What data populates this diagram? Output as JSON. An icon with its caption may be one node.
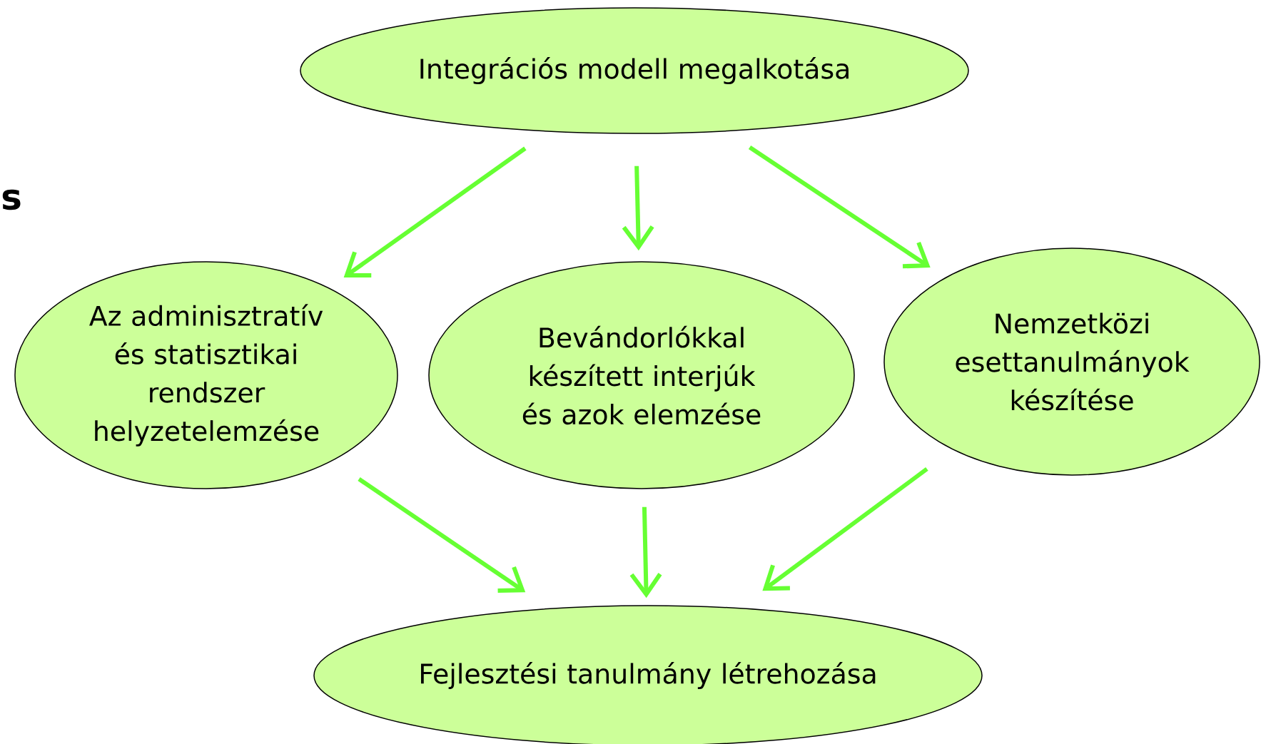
{
  "diagram": {
    "nodes": [
      {
        "text": [
          "Integrációs modell megalkotása"
        ]
      },
      {
        "text": [
          "Az adminisztratív és statisztikai rendszer helyzetelemzése"
        ]
      },
      {
        "text": [
          "Bevándorlókkal készített interjúk és azok elemzése"
        ]
      },
      {
        "text": [
          "Nemzetközi esettanulmányok készítése"
        ]
      },
      {
        "text": [
          "Fejlesztési tanulmány létrehozása"
        ]
      }
    ],
    "edges": [
      {
        "from": 0,
        "to": 1,
        "arrow": "to"
      },
      {
        "from": 0,
        "to": 2,
        "arrow": "to"
      },
      {
        "from": 0,
        "to": 3,
        "arrow": "to"
      },
      {
        "from": 1,
        "to": 4,
        "arrow": "to"
      },
      {
        "from": 2,
        "to": 4,
        "arrow": "to"
      },
      {
        "from": 3,
        "to": 4,
        "arrow": "to"
      }
    ],
    "labels": [
      "s"
    ]
  }
}
